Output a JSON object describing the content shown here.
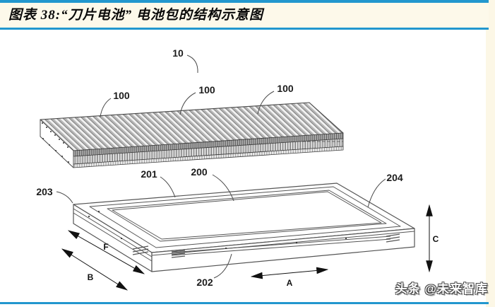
{
  "header": {
    "title": "图表 38:“刀片电池” 电池包的结构示意图"
  },
  "figure": {
    "description": "blade-battery pack exploded patent drawing",
    "part_labels": {
      "pack": "10",
      "cell_a": "100",
      "cell_b": "100",
      "cell_c": "100",
      "frame_rim": "201",
      "tray": "200",
      "front_beam": "202",
      "left_corner": "203",
      "right_side": "204"
    },
    "dim_labels": {
      "a": "A",
      "b": "B",
      "c": "C",
      "f": "F"
    }
  },
  "watermark": {
    "text": "头条 @未来智库"
  },
  "colors": {
    "accent_blue": "#2297ce",
    "page_cream": "#fcf7e6",
    "figure_white": "#ffffff",
    "line_dark": "#4a4a4a"
  }
}
